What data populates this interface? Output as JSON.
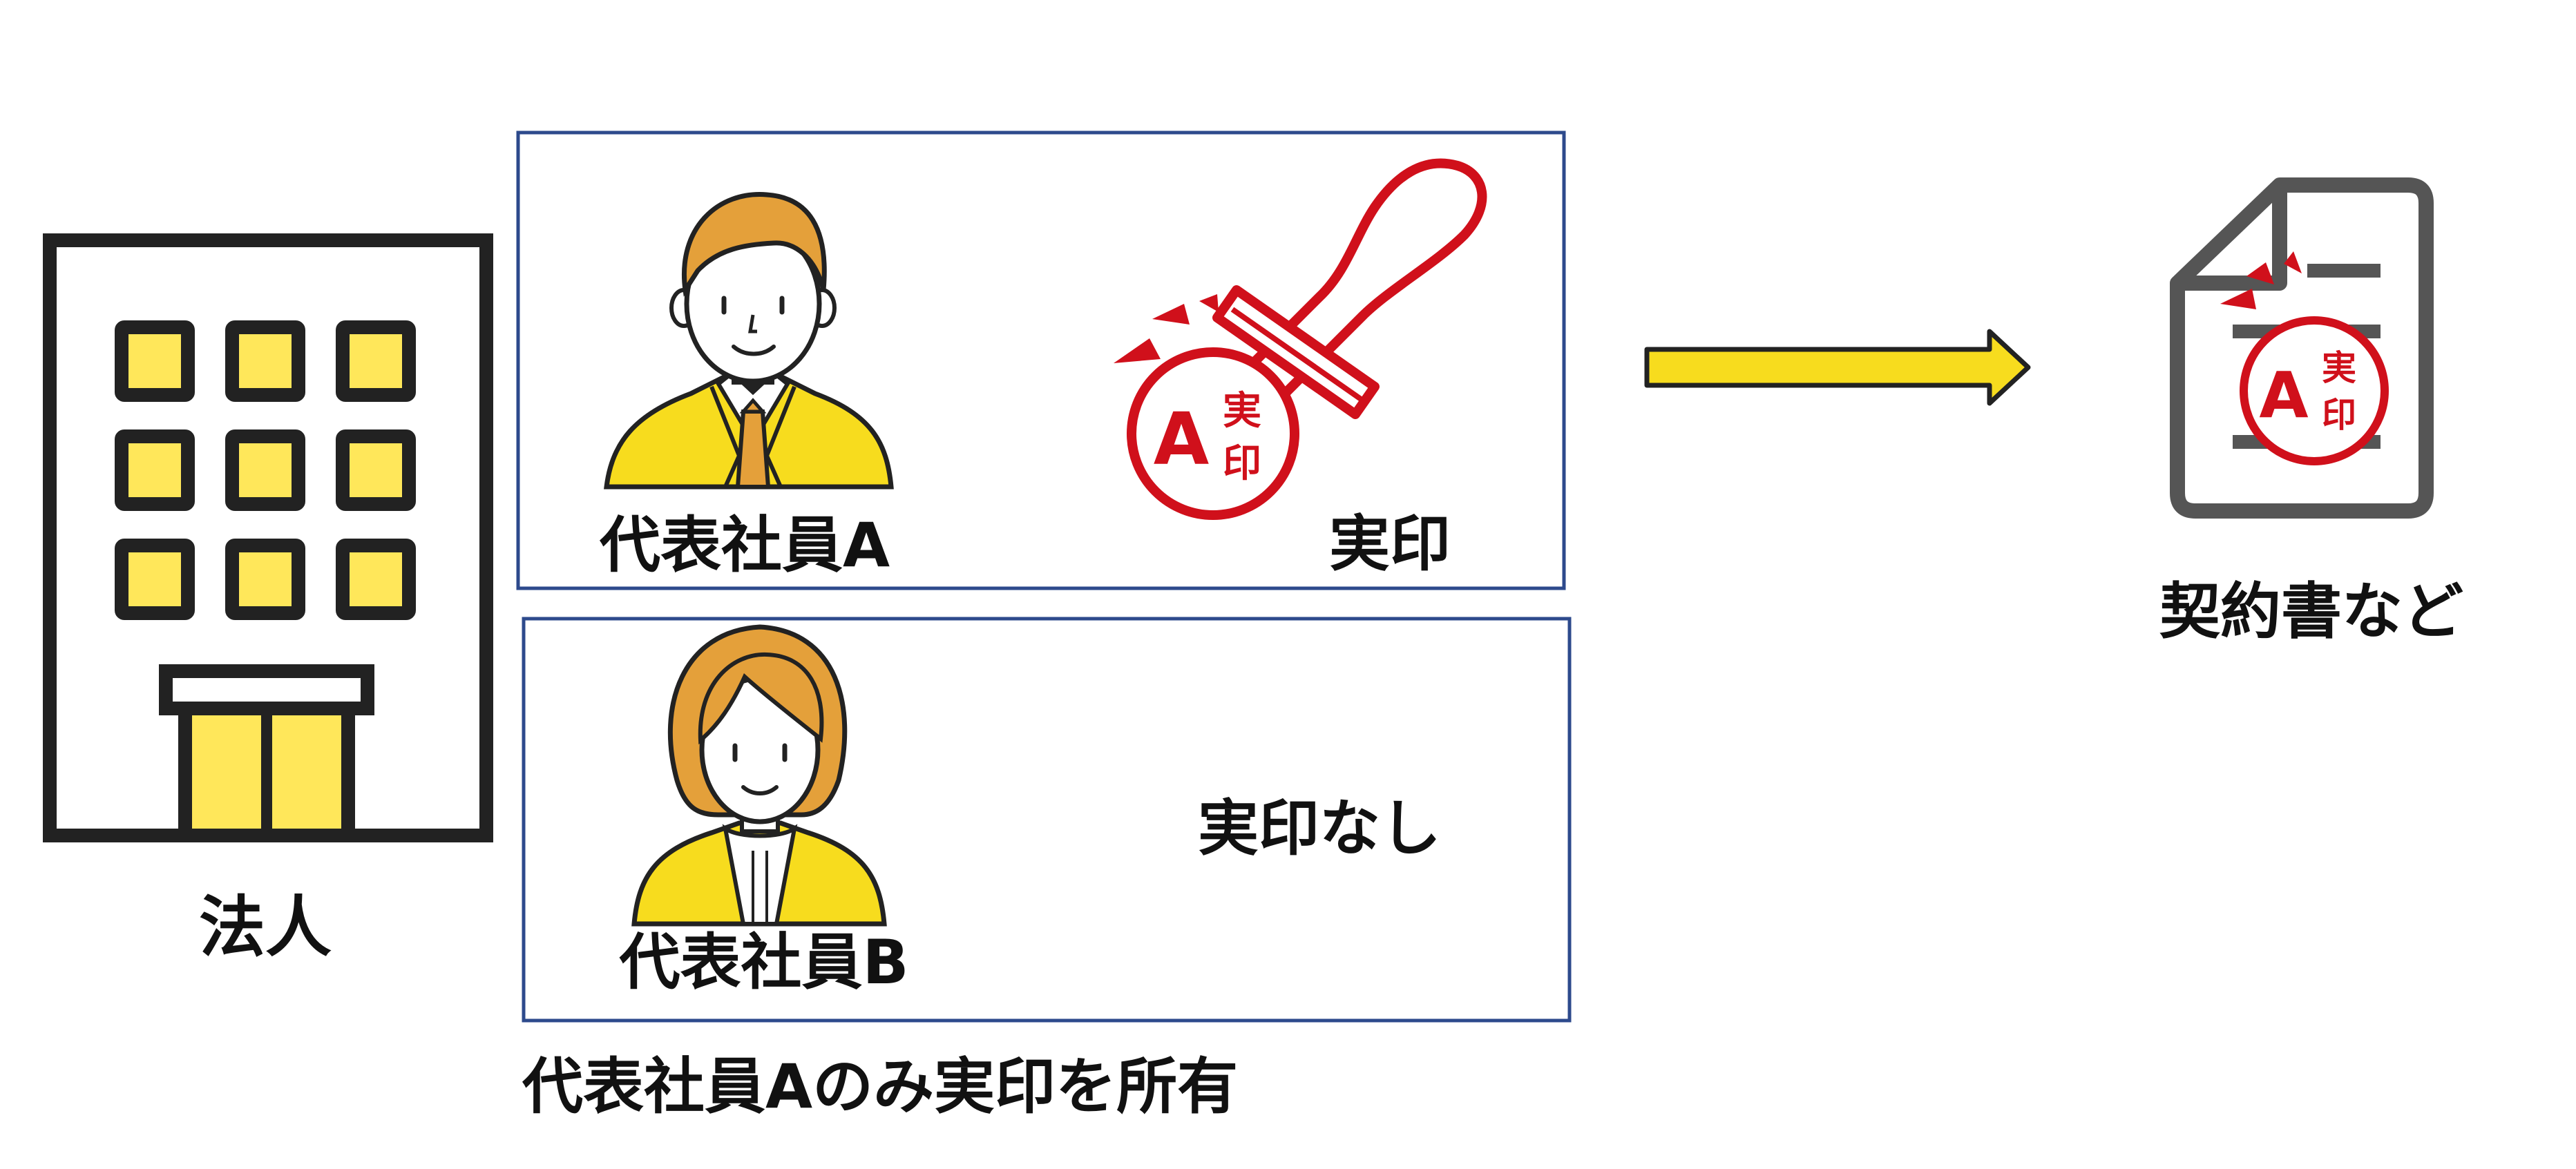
{
  "labels": {
    "corporation": "法人",
    "rep_a": "代表社員A",
    "rep_b": "代表社員B",
    "seal": "実印",
    "no_seal": "実印なし",
    "documents": "契約書など",
    "caption": "代表社員Aのみ実印を所有"
  },
  "seal_marks": {
    "letter": "A",
    "char_top": "実",
    "char_bottom": "印"
  },
  "icons": {
    "building": "office-building-icon",
    "rep_a": "male-representative-icon",
    "rep_b": "female-representative-icon",
    "stamp": "seal-stamp-icon",
    "arrow": "right-arrow-icon",
    "document": "stamped-document-icon"
  },
  "colors": {
    "seal_red": "#d0101b",
    "accent_yellow": "#f7dc1e",
    "window_yellow": "#ffe75a",
    "hair_orange": "#e4a03a",
    "box_border": "#2d4a8c",
    "dark": "#222222",
    "doc_gray": "#555555"
  }
}
